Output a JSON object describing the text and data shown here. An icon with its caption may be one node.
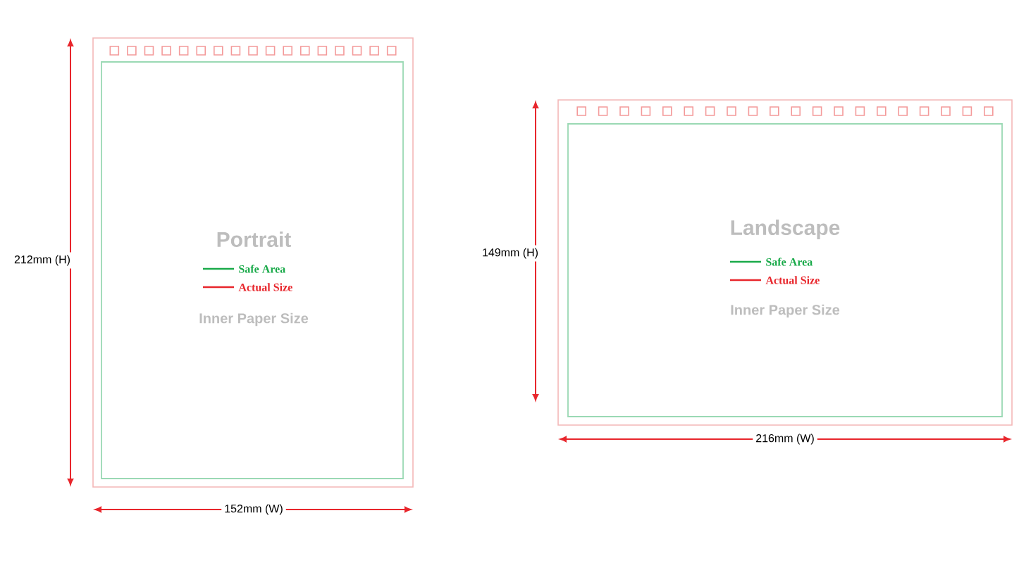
{
  "diagram": {
    "nodes": [
      {
        "text": [],
        "shape": "box"
      },
      {
        "text": [
          "Portrait",
          "Inner Paper Size"
        ],
        "in": 0
      },
      {
        "text": [],
        "shape": "box"
      },
      {
        "text": [
          "Landscape",
          "Inner Paper Size"
        ],
        "in": 2
      }
    ],
    "labels": [
      "212mm (H)",
      "152mm (W)",
      "149mm (H)",
      "216mm (W)"
    ],
    "legend": [
      {
        "text": "Safe Area",
        "color": "#1aaa4a"
      },
      {
        "text": "Actual Size",
        "color": "#e8262c"
      },
      {
        "text": "Safe Area",
        "color": "#1aaa4a"
      },
      {
        "text": "Actual Size",
        "color": "#e8262c"
      }
    ]
  }
}
